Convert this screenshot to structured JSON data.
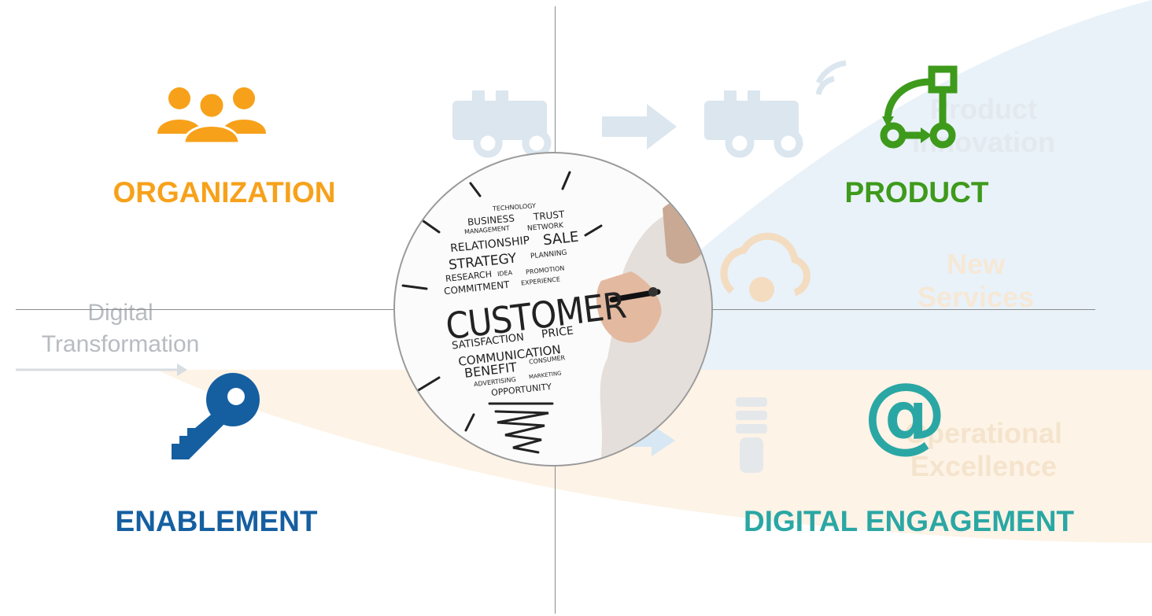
{
  "quadrants": {
    "organization": {
      "label": "ORGANIZATION",
      "color": "#f7a11a",
      "icon": "people-group-icon"
    },
    "product": {
      "label": "PRODUCT",
      "color": "#3e9a1b",
      "icon": "workflow-cycle-icon"
    },
    "enablement": {
      "label": "ENABLEMENT",
      "color": "#155fa1",
      "icon": "key-icon"
    },
    "digital_engagement": {
      "label": "DIGITAL ENGAGEMENT",
      "color": "#2aa7a4",
      "icon": "at-sign-icon",
      "glyph": "@"
    }
  },
  "background": {
    "axis_label_line1": "Digital",
    "axis_label_line2": "Transformation",
    "product_innovation_line1": "Product",
    "product_innovation_line2": "Innovation",
    "new_services_line1": "New",
    "new_services_line2": "Services",
    "operational_line1": "Operational",
    "operational_line2": "Excellence",
    "colors": {
      "blue_band": "#e6f1f9",
      "orange_band": "#fdf2e3",
      "faded_icon": "#d9e6f0",
      "faded_text_blue": "#e2e9f0",
      "faded_text_orange": "#f6e7d3"
    }
  },
  "center_image": {
    "words": [
      "TECHNOLOGY",
      "BUSINESS",
      "TRUST",
      "MANAGEMENT",
      "NETWORK",
      "RELATIONSHIP",
      "SALE",
      "STRATEGY",
      "PLANNING",
      "RESEARCH",
      "IDEA",
      "PROMOTION",
      "COMMITMENT",
      "EXPERIENCE",
      "CUSTOMER",
      "SATISFACTION",
      "PRICE",
      "COMMUNICATION",
      "BENEFIT",
      "CONSUMER",
      "ADVERTISING",
      "MARKETING",
      "OPPORTUNITY"
    ]
  }
}
